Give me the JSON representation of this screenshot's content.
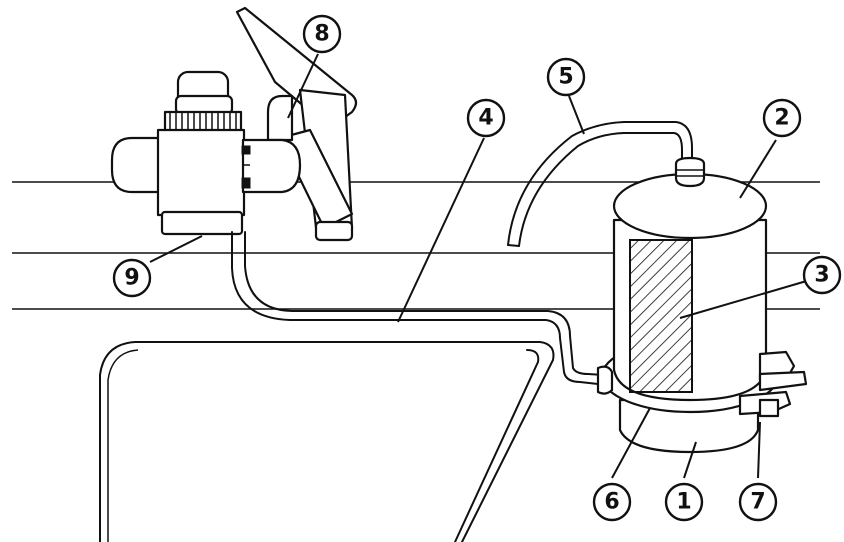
{
  "callouts": [
    {
      "id": "1",
      "label": "1"
    },
    {
      "id": "2",
      "label": "2"
    },
    {
      "id": "3",
      "label": "3"
    },
    {
      "id": "4",
      "label": "4"
    },
    {
      "id": "5",
      "label": "5"
    },
    {
      "id": "6",
      "label": "6"
    },
    {
      "id": "7",
      "label": "7"
    },
    {
      "id": "8",
      "label": "8"
    },
    {
      "id": "9",
      "label": "9"
    }
  ],
  "colors": {
    "ink": "#111111",
    "paper": "#ffffff",
    "shade": "#d9d9d9"
  }
}
